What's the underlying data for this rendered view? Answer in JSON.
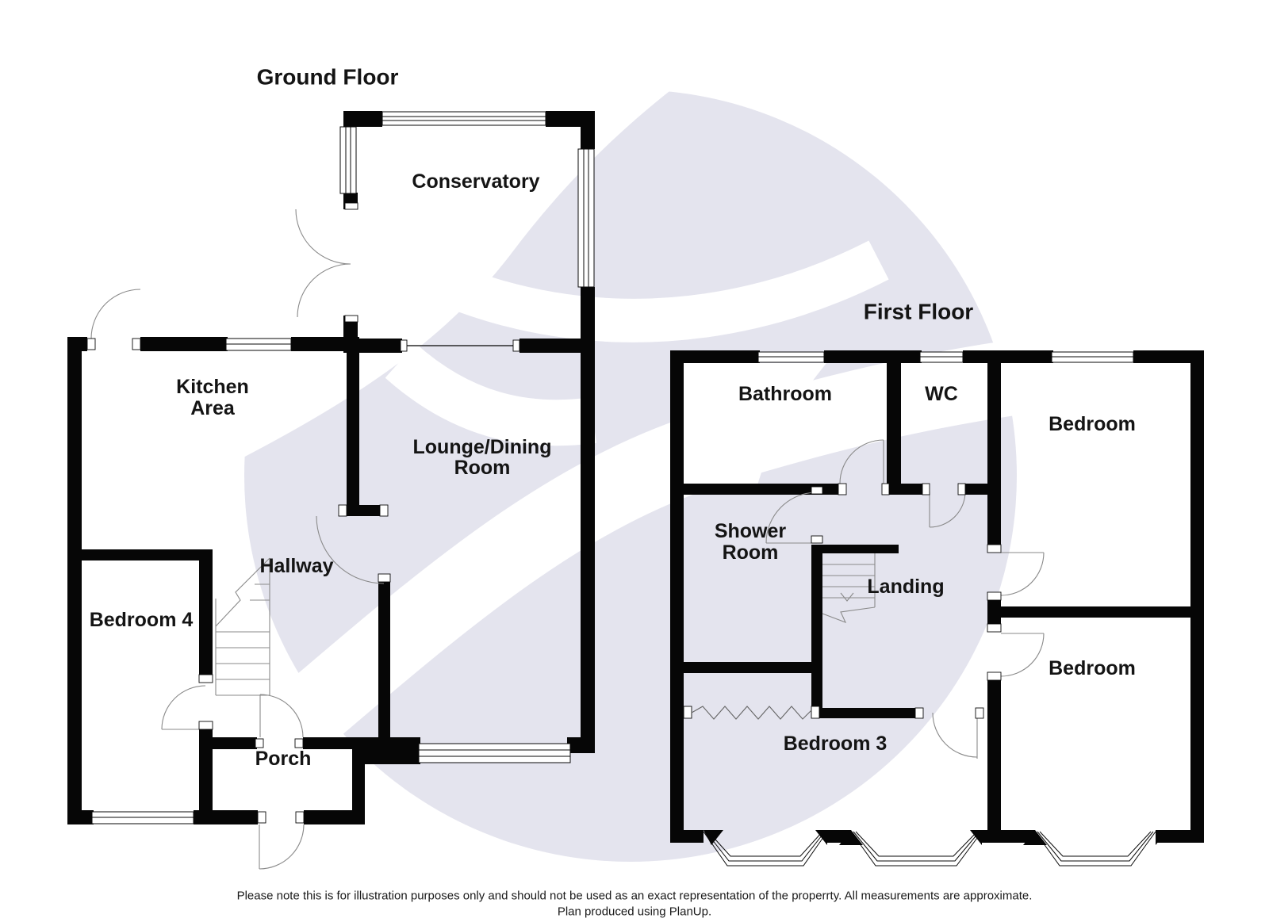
{
  "page": {
    "background": "#ffffff",
    "wall_color": "#060606",
    "watermark_color": "#e4e4ee"
  },
  "floors": {
    "ground": {
      "title": "Ground Floor",
      "rooms": {
        "conservatory": "Conservatory",
        "kitchen_line1": "Kitchen",
        "kitchen_line2": "Area",
        "lounge_line1": "Lounge/Dining",
        "lounge_line2": "Room",
        "hallway": "Hallway",
        "bedroom4": "Bedroom 4",
        "porch": "Porch"
      }
    },
    "first": {
      "title": "First Floor",
      "rooms": {
        "bathroom": "Bathroom",
        "wc": "WC",
        "bedroom_top": "Bedroom",
        "shower_line1": "Shower",
        "shower_line2": "Room",
        "landing": "Landing",
        "bedroom_bottom": "Bedroom",
        "bedroom3": "Bedroom 3"
      }
    }
  },
  "footer": {
    "line1": "Please note this is for illustration purposes only and should not be used as an exact representation of the properrty. All measurements are approximate.",
    "line2": "Plan produced using PlanUp."
  }
}
